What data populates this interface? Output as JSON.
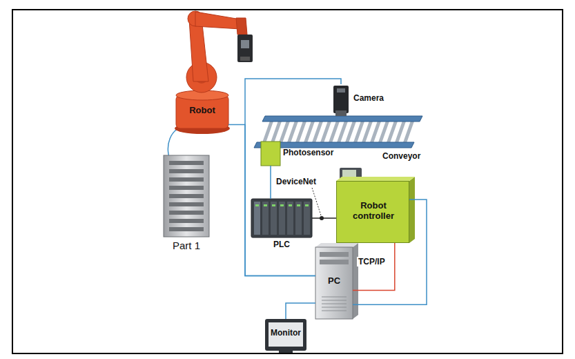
{
  "diagram": {
    "nodes": [
      {
        "text": [
          "Robot"
        ]
      },
      {
        "text": [
          "Camera"
        ]
      },
      {
        "text": [
          "Conveyor"
        ]
      },
      {
        "text": [
          "Photosensor"
        ]
      },
      {
        "text": [
          "Part 1"
        ]
      },
      {
        "text": [
          "PLC"
        ]
      },
      {
        "text": [
          "Robot controller"
        ]
      },
      {
        "text": [
          "PC"
        ]
      },
      {
        "text": [
          "Monitor"
        ]
      }
    ],
    "edges": [
      {
        "from": 0,
        "to": 7,
        "arrow": "none"
      },
      {
        "from": 1,
        "to": 7,
        "arrow": "none"
      },
      {
        "from": 3,
        "to": 5,
        "arrow": "none"
      },
      {
        "from": 5,
        "to": 6,
        "label": "DeviceNet",
        "arrow": "none"
      },
      {
        "from": 6,
        "to": 7,
        "label": "TCP/IP",
        "arrow": "none"
      },
      {
        "from": 6,
        "to": 7,
        "arrow": "none"
      },
      {
        "from": 8,
        "to": 7,
        "arrow": "none"
      }
    ]
  }
}
